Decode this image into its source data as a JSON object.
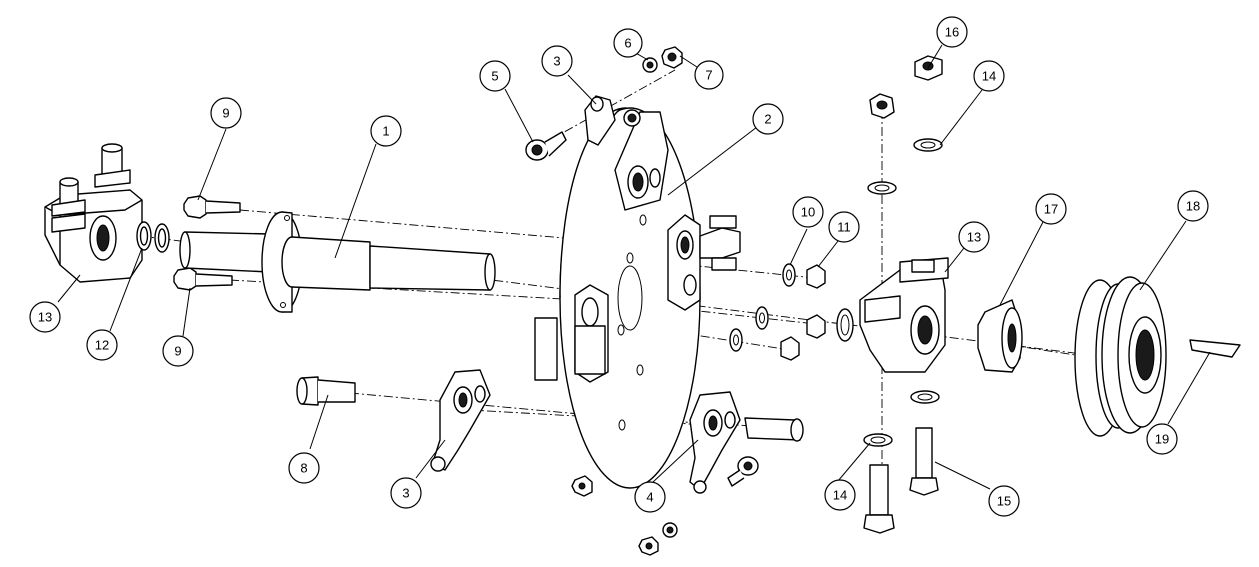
{
  "callouts": [
    {
      "label": "1"
    },
    {
      "label": "2"
    },
    {
      "label": "3"
    },
    {
      "label": "3"
    },
    {
      "label": "4"
    },
    {
      "label": "5"
    },
    {
      "label": "6"
    },
    {
      "label": "7"
    },
    {
      "label": "8"
    },
    {
      "label": "9"
    },
    {
      "label": "9"
    },
    {
      "label": "10"
    },
    {
      "label": "11"
    },
    {
      "label": "12"
    },
    {
      "label": "13"
    },
    {
      "label": "13"
    },
    {
      "label": "14"
    },
    {
      "label": "14"
    },
    {
      "label": "15"
    },
    {
      "label": "16"
    },
    {
      "label": "17"
    },
    {
      "label": "18"
    },
    {
      "label": "19"
    }
  ]
}
